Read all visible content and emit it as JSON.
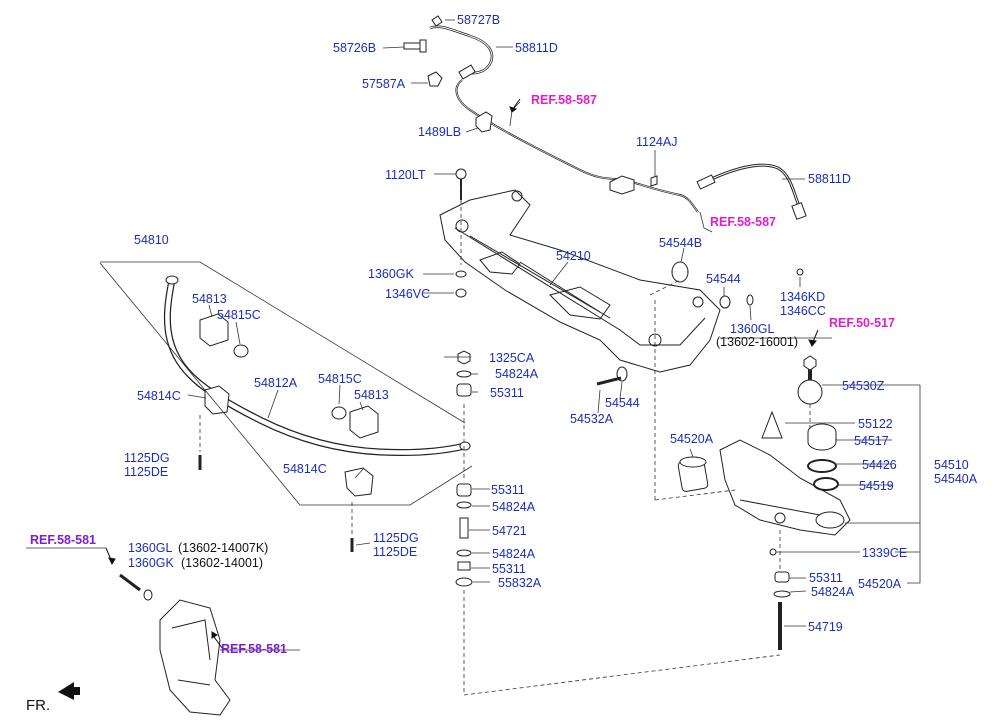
{
  "colors": {
    "part_number": "#1a2fb8",
    "ref_magenta": "#e020c8",
    "ref_purple": "#7b1fd0",
    "line": "#222222"
  },
  "labels": {
    "p58727B": "58727B",
    "p58726B": "58726B",
    "p58811D_top": "58811D",
    "p57587A": "57587A",
    "p1489LB": "1489LB",
    "p1124AJ": "1124AJ",
    "p1120LT": "1120LT",
    "p58811D_right": "58811D",
    "p54810": "54810",
    "p54210": "54210",
    "p54544B": "54544B",
    "p1360GK": "1360GK",
    "p1346VC": "1346VC",
    "p54544_a": "54544",
    "p1346KD": "1346KD",
    "p1346CC": "1346CC",
    "p1360GL": "1360GL",
    "p13602_16001": "(13602-16001)",
    "p54813_a": "54813",
    "p54815C_a": "54815C",
    "p1325CA": "1325CA",
    "p54824A_1": "54824A",
    "p55311_1": "55311",
    "p54812A": "54812A",
    "p54815C_b": "54815C",
    "p54813_b": "54813",
    "p54814C_a": "54814C",
    "p54544_b": "54544",
    "p54532A": "54532A",
    "p54530Z": "54530Z",
    "p55122": "55122",
    "p54520A_a": "54520A",
    "p54517": "54517",
    "p1125DG_a": "1125DG",
    "p1125DE_a": "1125DE",
    "p54426": "54426",
    "p54510": "54510",
    "p54540A": "54540A",
    "p54814C_b": "54814C",
    "p54519": "54519",
    "p55311_2": "55311",
    "p54824A_2": "54824A",
    "p54721": "54721",
    "p1125DG_b": "1125DG",
    "p1125DE_b": "1125DE",
    "p1339CE": "1339CE",
    "p1360GL_b": "1360GL",
    "p13602_14007K": "(13602-14007K)",
    "p1360GK_b": "1360GK",
    "p13602_14001": "(13602-14001)",
    "p54824A_3": "54824A",
    "p55311_3": "55311",
    "p55832A": "55832A",
    "p55311_4": "55311",
    "p54520A_b": "54520A",
    "p54824A_4": "54824A",
    "p54719": "54719",
    "fr": "FR."
  },
  "refs": {
    "ref58_587_a": "REF.58-587",
    "ref58_587_b": "REF.58-587",
    "ref50_517": "REF.50-517",
    "ref58_581_a": "REF.58-581",
    "ref58_581_b": "REF.58-581"
  }
}
